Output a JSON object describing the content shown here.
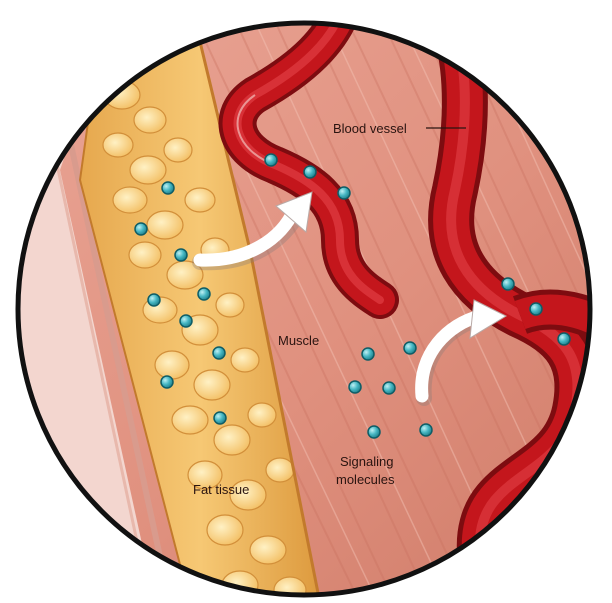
{
  "labels": {
    "blood_vessel": "Blood vessel",
    "muscle": "Muscle",
    "signaling_line1": "Signaling",
    "signaling_line2": "molecules",
    "fat_tissue": "Fat tissue"
  },
  "colors": {
    "muscle": "#e49a8c",
    "muscle_dark": "#c9705f",
    "vessel": "#c4161c",
    "vessel_dark": "#7d0c10",
    "fat": "#f0b860",
    "fat_light": "#fde6a8",
    "molecule": "#48b8c4",
    "arrow": "#ffffff"
  }
}
